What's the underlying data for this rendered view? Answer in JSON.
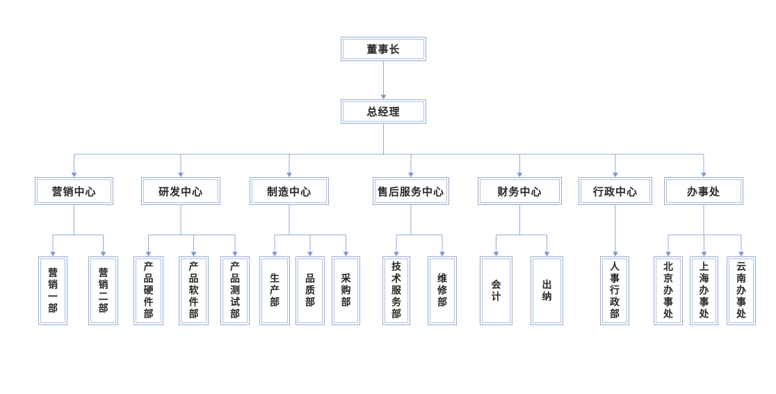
{
  "org_chart": {
    "type": "organization-chart",
    "root": {
      "label": "董事长"
    },
    "manager": {
      "label": "总经理"
    },
    "centers": [
      {
        "label": "营销中心",
        "departments": [
          {
            "label": "营销一部"
          },
          {
            "label": "营销二部"
          }
        ]
      },
      {
        "label": "研发中心",
        "departments": [
          {
            "label": "产品硬件部"
          },
          {
            "label": "产品软件部"
          },
          {
            "label": "产品测试部"
          }
        ]
      },
      {
        "label": "制造中心",
        "departments": [
          {
            "label": "生产部"
          },
          {
            "label": "品质部"
          },
          {
            "label": "采购部"
          }
        ]
      },
      {
        "label": "售后服务中心",
        "departments": [
          {
            "label": "技术服务部"
          },
          {
            "label": "维修部"
          }
        ]
      },
      {
        "label": "财务中心",
        "departments": [
          {
            "label": "会计"
          },
          {
            "label": "出纳"
          }
        ]
      },
      {
        "label": "行政中心",
        "departments": [
          {
            "label": "人事行政部"
          }
        ]
      },
      {
        "label": "办事处",
        "departments": [
          {
            "label": "北京办事处"
          },
          {
            "label": "上海办事处"
          },
          {
            "label": "云南办事处"
          }
        ]
      }
    ]
  },
  "colors": {
    "node_border_outer": "#94abd1",
    "node_border_inner": "#a9c0e0",
    "connector_line": "#8da9d8",
    "arrowhead_fill": "#7d99cc",
    "node_text": "#262626",
    "background": "#ffffff"
  }
}
